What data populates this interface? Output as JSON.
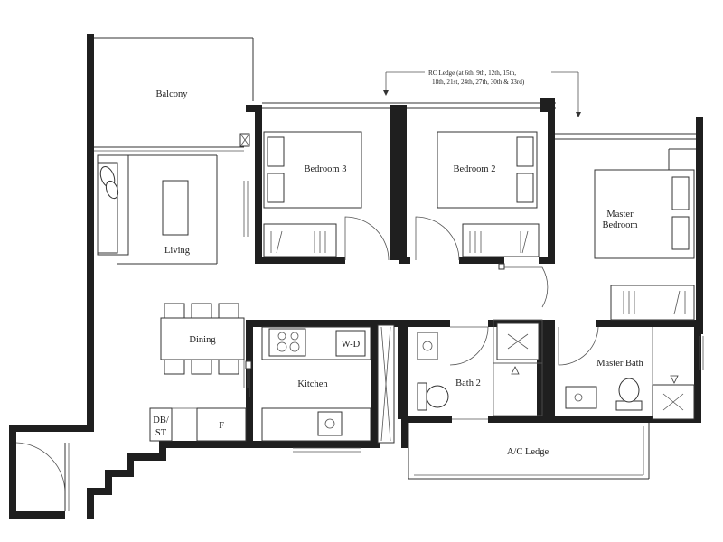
{
  "floor_plan": {
    "rooms": {
      "balcony": "Balcony",
      "bedroom3": "Bedroom 3",
      "bedroom2": "Bedroom 2",
      "master_bedroom_l1": "Master",
      "master_bedroom_l2": "Bedroom",
      "living": "Living",
      "dining": "Dining",
      "kitchen": "Kitchen",
      "bath2": "Bath 2",
      "master_bath": "Master Bath",
      "ac_ledge": "A/C Ledge",
      "wd": "W-D",
      "db_l1": "DB/",
      "db_l2": "ST",
      "fridge": "F"
    },
    "rc_ledge_note": {
      "line1": "RC Ledge (at 6th, 9th, 12th, 15th,",
      "line2": "18th, 21st, 24th, 27th, 30th & 33rd)"
    }
  }
}
